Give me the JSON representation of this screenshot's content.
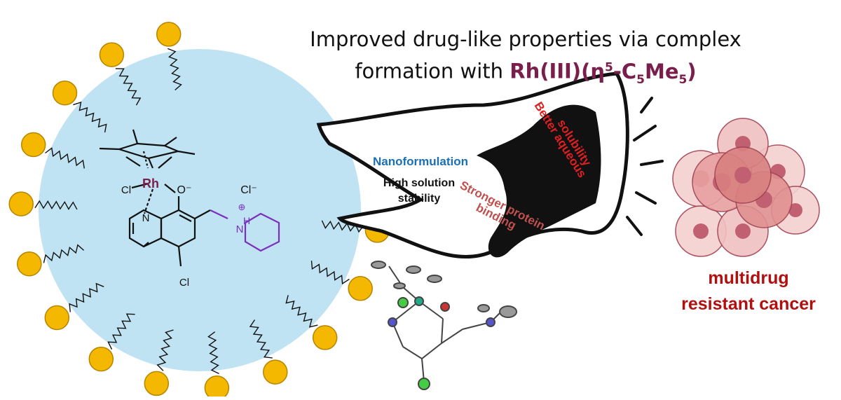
{
  "title": {
    "line1": "Improved drug-like properties via complex",
    "line2_prefix": "formation with ",
    "metal": "Rh(III)",
    "ligand": {
      "open": "(η",
      "sup": "5",
      "mid": "-C",
      "sub1": "5",
      "me": "Me",
      "sub2": "5",
      "close": ")"
    }
  },
  "structure": {
    "rh": "Rh",
    "cl_ligand": "Cl",
    "o_minus": "O⁻",
    "n_ring": "N",
    "chloride": "Cl⁻",
    "nh_plus": "⊕",
    "nh_label": "H",
    "n_pip": "N",
    "cl_sub": "Cl"
  },
  "labels": {
    "nanoformulation": "Nanoformulation",
    "stability_1": "High solution",
    "stability_2": "stability",
    "solubility_1": "Better aqueous",
    "solubility_2": "solubility",
    "binding_1": "Stronger protein",
    "binding_2": "binding",
    "cancer_1": "multidrug",
    "cancer_2": "resistant cancer"
  },
  "colors": {
    "nano": "#1a6fb5",
    "metal": "#7a1f4b",
    "solubility": "#e02020",
    "binding": "#c0504d",
    "cancer": "#b01010",
    "micelle": "#bfe3f2",
    "lipid_head": "#f5b800",
    "piperidine": "#7b2fbf"
  }
}
